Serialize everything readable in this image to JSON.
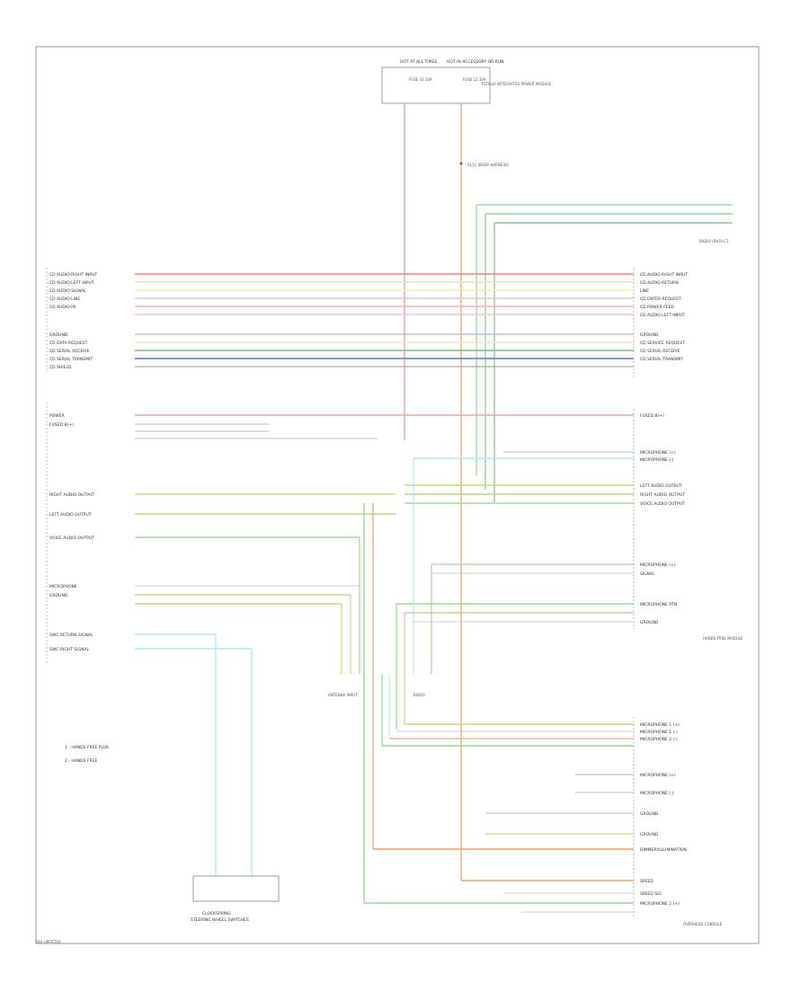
{
  "top_fuse": {
    "label_a": "HOT AT ALL TIMES",
    "label_b": "HOT IN ACCESSORY OR RUN",
    "note": "TOTALLY INTEGRATED POWER MODULE",
    "fuse_a": "FUSE 33 10A",
    "fuse_b": "FUSE 12 10A"
  },
  "splice_label": "S111 (BODY HARNESS)",
  "right_connector_1": "RADIO (RHD) C1",
  "radio_labels": {
    "antenna": "ANTENNA INPUT",
    "radio_title": "RADIO"
  },
  "left_group_1": [
    "CD AUDIO RIGHT INPUT",
    "CD AUDIO LEFT INPUT",
    "CD AUDIO SIGNAL",
    "CD AUDIO LINE",
    "CD AUDIO IN",
    "GROUND",
    "CD DATA REQUEST",
    "CD SERIAL RECEIVE",
    "CD SERIAL TRANSMIT",
    "CD SHIELD"
  ],
  "right_group_1": [
    "CD AUDIO RIGHT INPUT",
    "CD AUDIO RETURN",
    "LINE",
    "CD ENTER REQUEST",
    "CD POWER FEED",
    "CD AUDIO LEFT INPUT",
    "GROUND",
    "CD SERVICE REQUEST",
    "CD SERIAL RECEIVE",
    "CD SERIAL TRANSMIT"
  ],
  "left_group_2": [
    "POWER",
    "FUSED B(+)",
    "RIGHT AUDIO OUTPUT",
    "LEFT AUDIO OUTPUT",
    "VOICE AUDIO OUTPUT",
    "MICROPHONE",
    "GROUND",
    "SWC RETURN SIGNAL",
    "SWC RIGHT SIGNAL"
  ],
  "right_group_2": [
    "FUSED B(+)",
    "MICROPHONE (+)",
    "MICROPHONE (-)",
    "LEFT AUDIO OUTPUT",
    "RIGHT AUDIO OUTPUT",
    "VOICE AUDIO OUTPUT",
    "MICROPHONE (+)",
    "SIGNAL",
    "MICROPHONE RTN",
    "GROUND"
  ],
  "right_connector_2": "HANDS FREE MODULE",
  "right_group_3": [
    "MICROPHONE 1 (+)",
    "MICROPHONE 1 (-)",
    "MICROPHONE 2 (-)",
    "MICROPHONE (+)",
    "MICROPHONE (-)",
    "GROUND",
    "GROUND",
    "DIMMER/ILLUMINATION",
    "SPEED",
    "SPEED SIG",
    "MICROPHONE 2 (+)"
  ],
  "right_connector_3": "OVERHEAD CONSOLE",
  "legend": [
    "1 - HANDS FREE PLUS",
    "2 - HANDS FREE"
  ],
  "bottom_labels": [
    "CLOCKSPRING",
    "STEERING WHEEL SWITCHES"
  ],
  "bottom_connector": "SEE UPFITTER"
}
